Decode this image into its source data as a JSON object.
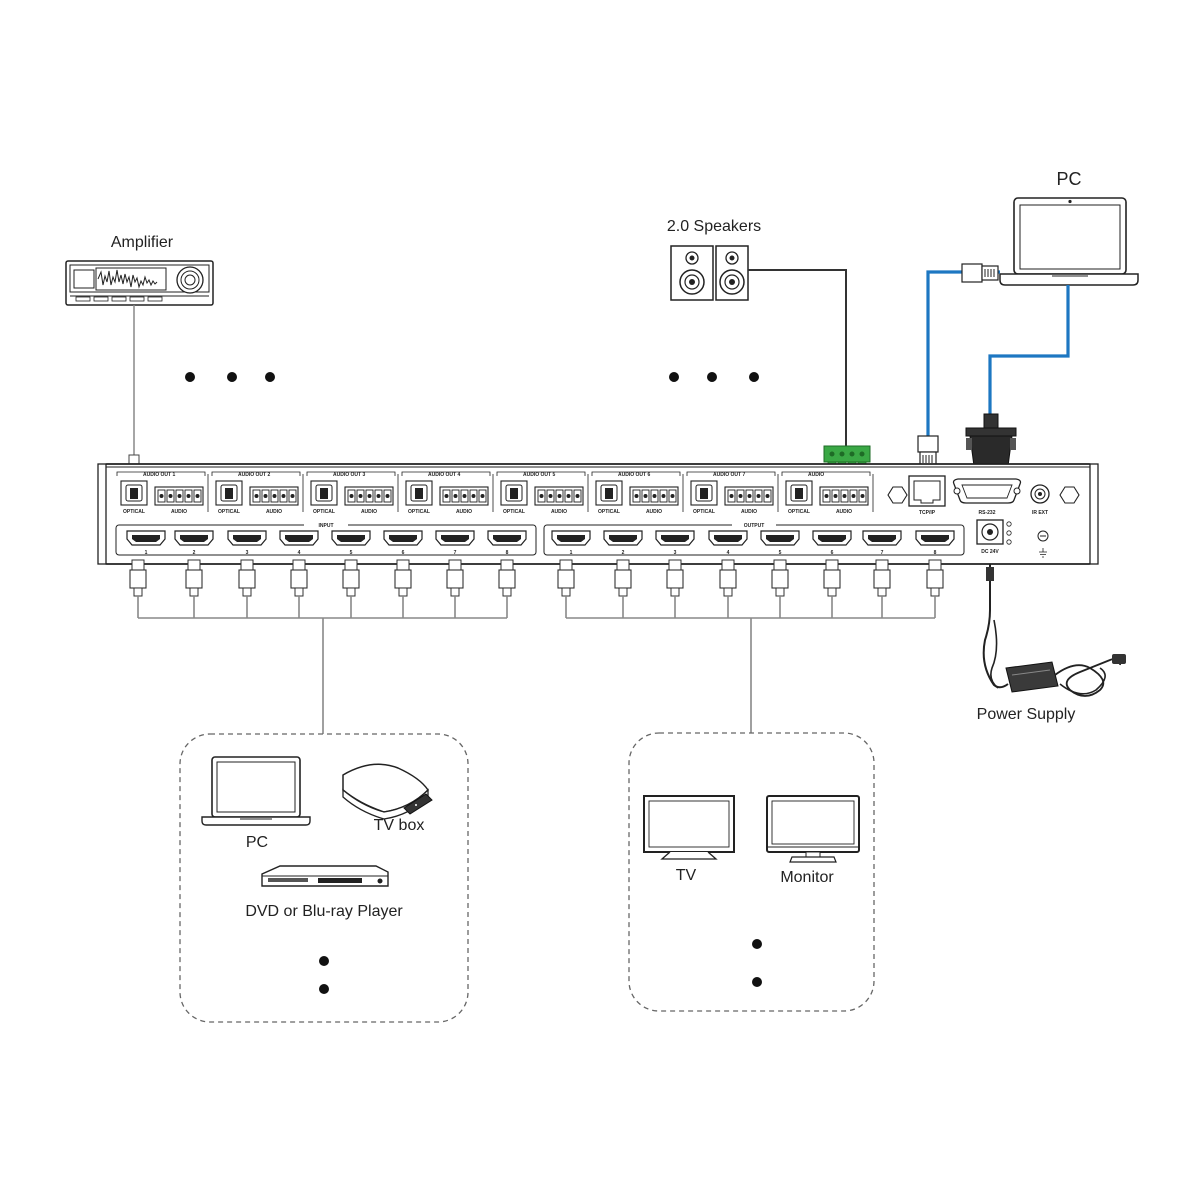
{
  "labels": {
    "amplifier": "Amplifier",
    "speakers": "2.0 Speakers",
    "pc_top": "PC",
    "power_supply": "Power Supply",
    "source_pc": "PC",
    "tv_box": "TV box",
    "dvd": "DVD or Blu-ray Player",
    "tv": "TV",
    "monitor": "Monitor"
  },
  "panel": {
    "audio_outs": [
      {
        "header": "AUDIO OUT 1",
        "optical": "OPTICAL",
        "audio": "AUDIO"
      },
      {
        "header": "AUDIO OUT 2",
        "optical": "OPTICAL",
        "audio": "AUDIO"
      },
      {
        "header": "AUDIO OUT 3",
        "optical": "OPTICAL",
        "audio": "AUDIO"
      },
      {
        "header": "AUDIO OUT 4",
        "optical": "OPTICAL",
        "audio": "AUDIO"
      },
      {
        "header": "AUDIO OUT 5",
        "optical": "OPTICAL",
        "audio": "AUDIO"
      },
      {
        "header": "AUDIO OUT 6",
        "optical": "OPTICAL",
        "audio": "AUDIO"
      },
      {
        "header": "AUDIO OUT 7",
        "optical": "OPTICAL",
        "audio": "AUDIO"
      },
      {
        "header": "AUDIO",
        "optical": "OPTICAL",
        "audio": "AUDIO"
      }
    ],
    "input_label": "INPUT",
    "output_label": "OUTPUT",
    "port_numbers": [
      "1",
      "2",
      "3",
      "4",
      "5",
      "6",
      "7",
      "8"
    ],
    "tcpip": "TCP/IP",
    "rs232": "RS-232",
    "irext": "IR EXT",
    "dc": "DC 24V"
  },
  "colors": {
    "network_cable": "#1d77c2",
    "terminal_block": "#3aa845",
    "panel": "#ffffff",
    "line": "#222222"
  }
}
